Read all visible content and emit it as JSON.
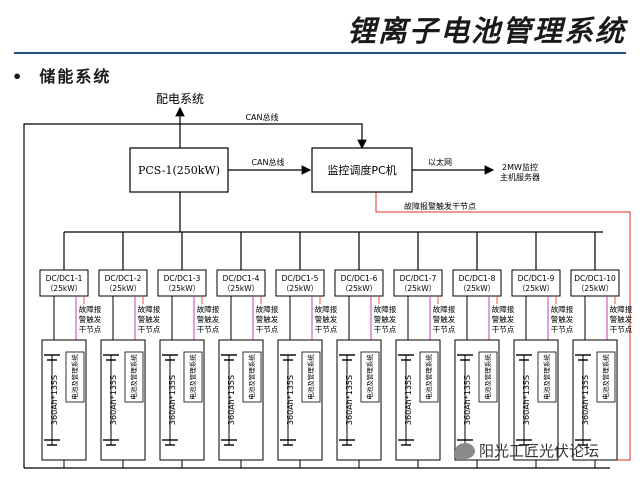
{
  "header": {
    "title": "锂离子电池管理系统",
    "bullet": "储能系统"
  },
  "diagram": {
    "grid_label": "配电系统",
    "can_bus_top": "CAN总线",
    "can_bus_mid": "CAN总线",
    "pcs_label": "PCS-1(250kW)",
    "monitor_label": "监控调度PC机",
    "ethernet_label": "以太网",
    "server_label_1": "2MW监控",
    "server_label_2": "主机服务器",
    "fault_bus_label": "故障报警触发干节点",
    "dcdc_units": [
      {
        "name": "DC/DC1-1",
        "power": "（25kW）"
      },
      {
        "name": "DC/DC1-2",
        "power": "（25kW）"
      },
      {
        "name": "DC/DC1-3",
        "power": "（25kW）"
      },
      {
        "name": "DC/DC1-4",
        "power": "（25kW）"
      },
      {
        "name": "DC/DC1-5",
        "power": "（25kW）"
      },
      {
        "name": "DC/DC1-6",
        "power": "（25kW）"
      },
      {
        "name": "DC/DC1-7",
        "power": "（25kW）"
      },
      {
        "name": "DC/DC1-8",
        "power": "（25kW）"
      },
      {
        "name": "DC/DC1-9",
        "power": "（25kW）"
      },
      {
        "name": "DC/DC1-10",
        "power": "（25kW）"
      }
    ],
    "fault_label_lines": [
      "故障报",
      "警触发",
      "干节点"
    ],
    "battery_label": "360Ah*135S",
    "bms_label": "电池及管理系统",
    "colors": {
      "line": "#000000",
      "fault": "#e03030",
      "can": "#3a3a9a",
      "branch": "#c040c0"
    }
  },
  "watermark": {
    "text": "阳光工匠光伏论坛",
    "icon": "wechat-icon"
  }
}
